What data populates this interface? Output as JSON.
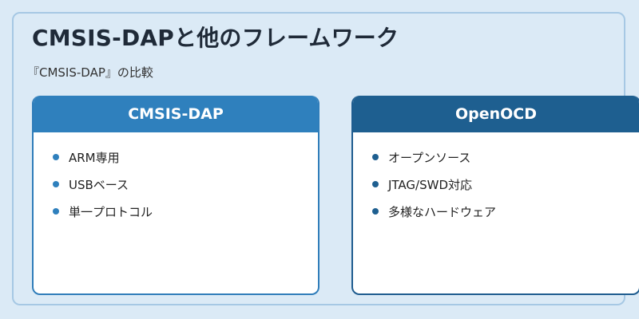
{
  "page": {
    "title": "CMSIS-DAPと他のフレームワーク",
    "subtitle": "『CMSIS-DAP』の比較"
  },
  "cards": [
    {
      "title": "CMSIS-DAP",
      "items": [
        "ARM専用",
        "USBベース",
        "単一プロトコル"
      ]
    },
    {
      "title": "OpenOCD",
      "items": [
        "オープンソース",
        "JTAG/SWD対応",
        "多様なハードウェア"
      ]
    }
  ],
  "colors": {
    "background": "#dbeaf6",
    "cmsis_accent": "#2f80bd",
    "openocd_accent": "#1e5f90",
    "title_text": "#1f2a38"
  }
}
